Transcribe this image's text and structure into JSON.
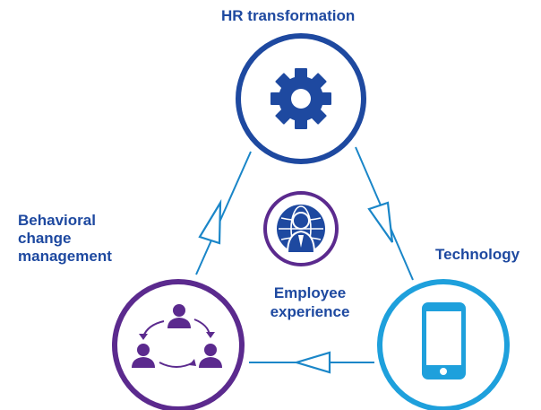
{
  "nodes": {
    "hr_transformation": {
      "label": "HR transformation",
      "icon": "gear-icon",
      "color": "#1e49a0"
    },
    "behavioral_change": {
      "label": "Behavioral change management",
      "icon": "team-cycle-icon",
      "color": "#5b2a8e"
    },
    "technology": {
      "label": "Technology",
      "icon": "smartphone-icon",
      "color": "#1ea0dc"
    },
    "employee_experience": {
      "label": "Employee experience",
      "icon": "global-employee-icon",
      "color": "#5b2a8e"
    }
  },
  "colors": {
    "label_text": "#1e49a0",
    "connector": "#1a86c8"
  }
}
